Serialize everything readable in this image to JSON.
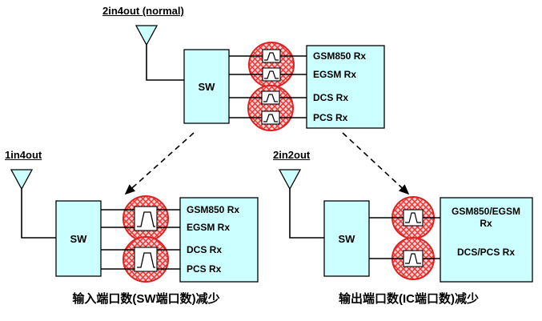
{
  "colors": {
    "box_fill": "#ccffff",
    "highlight_red": "#ee3333",
    "line": "#000000"
  },
  "top": {
    "title": "2in4out (normal)",
    "switch_label": "SW",
    "receivers": [
      "GSM850 Rx",
      "EGSM Rx",
      "DCS Rx",
      "PCS Rx"
    ]
  },
  "bottom_left": {
    "title": "1in4out",
    "switch_label": "SW",
    "receivers": [
      "GSM850 Rx",
      "EGSM Rx",
      "DCS Rx",
      "PCS Rx"
    ],
    "caption": "输入端口数(SW端口数)减少"
  },
  "bottom_right": {
    "title": "2in2out",
    "switch_label": "SW",
    "receivers": [
      "GSM850/EGSM Rx",
      "DCS/PCS Rx"
    ],
    "caption": "输出端口数(IC端口数)减少"
  },
  "icons": [
    "antenna-icon",
    "bandpass-filter-icon",
    "dashed-arrow-icon"
  ]
}
